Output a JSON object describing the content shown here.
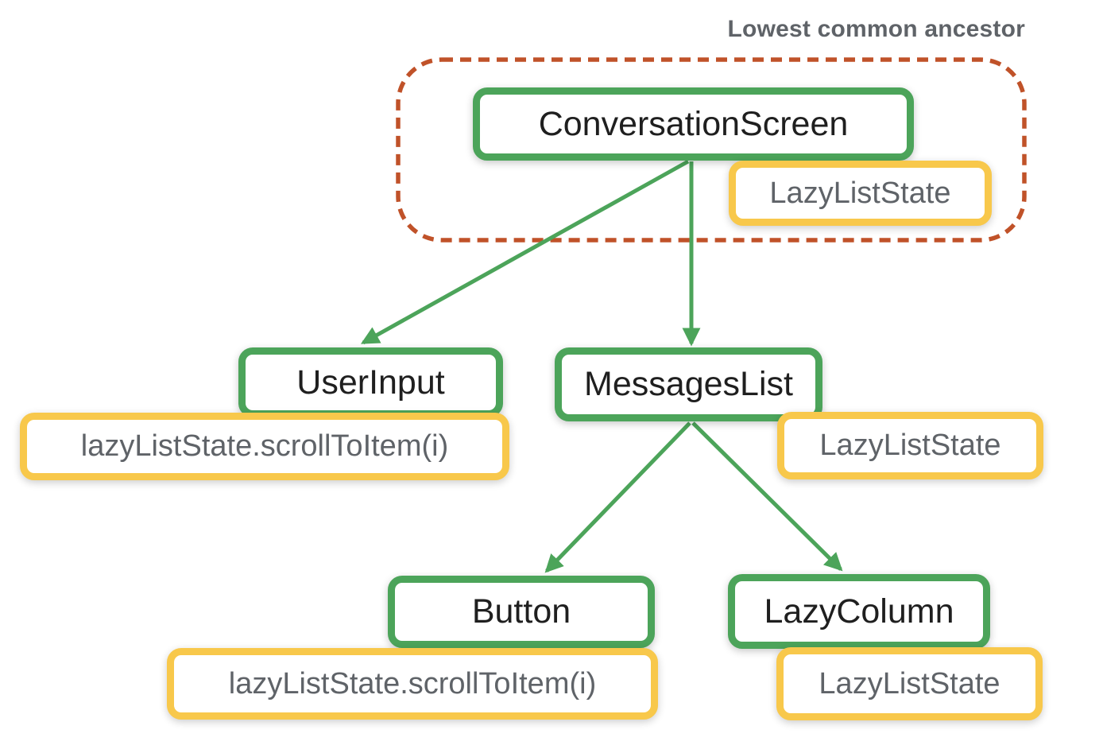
{
  "diagram": {
    "title": "Lowest common ancestor",
    "colors": {
      "component_border": "#4ca45a",
      "state_border": "#f8c84b",
      "ancestor_outline": "#c05229",
      "arrow": "#4ca45a",
      "component_text": "#1f1f1f",
      "state_text": "#5f6368",
      "title_text": "#5f6368"
    },
    "nodes": {
      "conversation_screen": {
        "label": "ConversationScreen",
        "type": "component"
      },
      "conversation_screen_state": {
        "label": "LazyListState",
        "type": "state"
      },
      "user_input": {
        "label": "UserInput",
        "type": "component"
      },
      "user_input_call": {
        "label": "lazyListState.scrollToItem(i)",
        "type": "state"
      },
      "messages_list": {
        "label": "MessagesList",
        "type": "component"
      },
      "messages_list_state": {
        "label": "LazyListState",
        "type": "state"
      },
      "button": {
        "label": "Button",
        "type": "component"
      },
      "button_call": {
        "label": "lazyListState.scrollToItem(i)",
        "type": "state"
      },
      "lazy_column": {
        "label": "LazyColumn",
        "type": "component"
      },
      "lazy_column_state": {
        "label": "LazyListState",
        "type": "state"
      }
    },
    "edges": [
      {
        "from": "conversation_screen",
        "to": "user_input"
      },
      {
        "from": "conversation_screen",
        "to": "messages_list"
      },
      {
        "from": "messages_list",
        "to": "button"
      },
      {
        "from": "messages_list",
        "to": "lazy_column"
      }
    ]
  }
}
